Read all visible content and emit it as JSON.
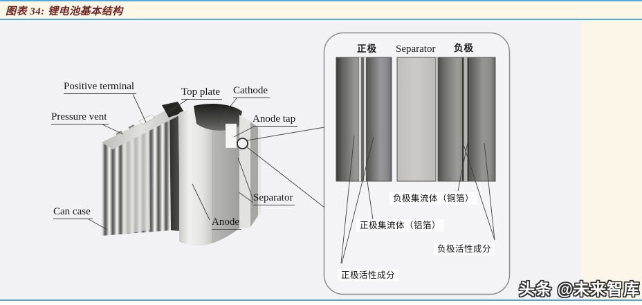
{
  "header": {
    "caption": "图表 34: 锂电池基本结构"
  },
  "watermark": {
    "text": "头条 @未来智库"
  },
  "battery": {
    "labels": [
      {
        "id": "positive-terminal",
        "text": "Positive terminal"
      },
      {
        "id": "pressure-vent",
        "text": "Pressure vent"
      },
      {
        "id": "top-plate",
        "text": "Top plate"
      },
      {
        "id": "cathode",
        "text": "Cathode"
      },
      {
        "id": "anode-tap",
        "text": "Anode tap"
      },
      {
        "id": "separator",
        "text": "Separator"
      },
      {
        "id": "anode",
        "text": "Anode"
      },
      {
        "id": "can-case",
        "text": "Can case"
      }
    ]
  },
  "detail_panel": {
    "column_headers": [
      {
        "id": "positive-electrode",
        "text": "正极"
      },
      {
        "id": "separator",
        "text": "Separator"
      },
      {
        "id": "negative-electrode",
        "text": "负极"
      }
    ],
    "part_labels": [
      {
        "id": "negative-current-collector",
        "text": "负极集流体（铜箔）"
      },
      {
        "id": "positive-current-collector",
        "text": "正极集流体（铝箔）"
      },
      {
        "id": "negative-active-material",
        "text": "负极活性成分"
      },
      {
        "id": "positive-active-material",
        "text": "正极活性成分"
      }
    ]
  },
  "colors": {
    "accent_line": "#58a8d8",
    "caption_text": "#732222",
    "cream_background": "#fcf7e6",
    "diagram_background": "#f2f2f5",
    "panel_border": "#8e8e8e"
  }
}
